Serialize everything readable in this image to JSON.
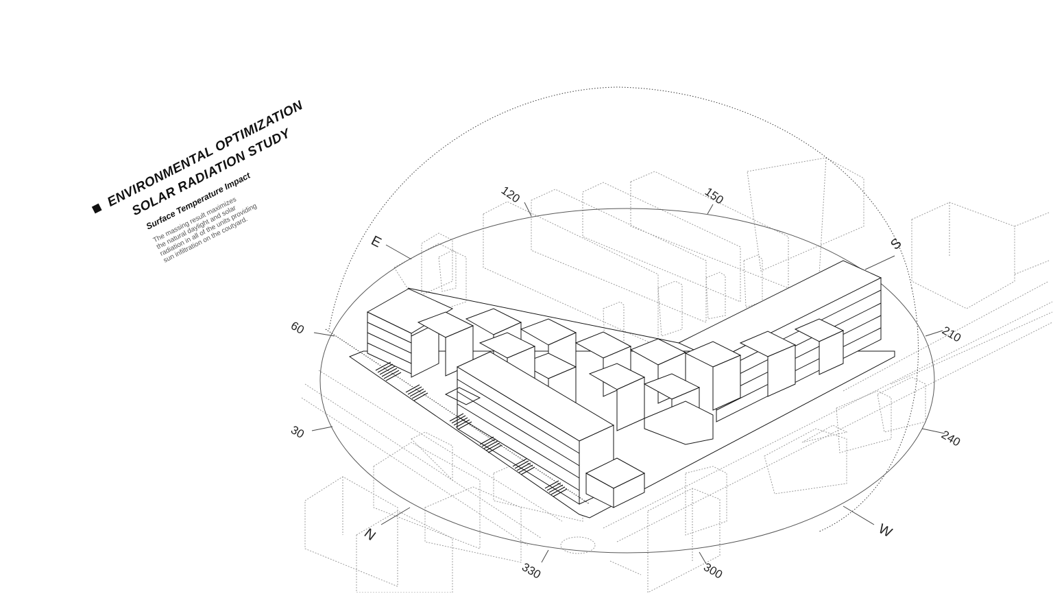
{
  "title": "ENVIRONMENTAL OPTIMIZATION",
  "subtitle": "SOLAR RADIATION STUDY",
  "section_label": "Surface  Temperature Impact",
  "description": "The massing result  maximizes\nthe natural daylight  and solar\nradiation in all of the units providing\nsun infiltration  on the coutyard.",
  "compass": {
    "directions": {
      "e": "E",
      "s": "S",
      "n": "N",
      "w": "W"
    },
    "degrees": {
      "d30": "30",
      "d60": "60",
      "d120": "120",
      "d150": "150",
      "d210": "210",
      "d240": "240",
      "d300": "300",
      "d330": "330"
    }
  },
  "colors": {
    "ink": "#111111",
    "context_line": "#9a9a9a",
    "background": "#ffffff"
  },
  "icons": {
    "title_bullet": "black-square"
  }
}
